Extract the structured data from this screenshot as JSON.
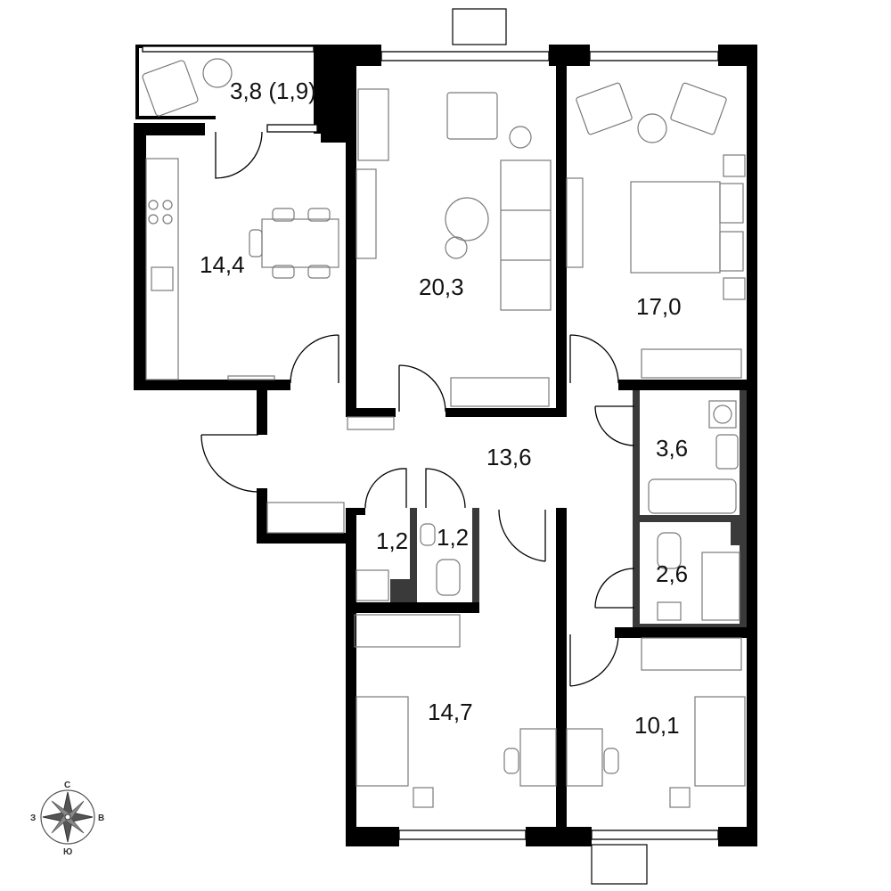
{
  "rooms": [
    {
      "id": "balcony",
      "area": "3,8 (1,9)"
    },
    {
      "id": "kitchen",
      "area": "14,4"
    },
    {
      "id": "living-room",
      "area": "20,3"
    },
    {
      "id": "bedroom-1",
      "area": "17,0"
    },
    {
      "id": "hall",
      "area": "13,6"
    },
    {
      "id": "bathroom",
      "area": "3,6"
    },
    {
      "id": "storage",
      "area": "1,2"
    },
    {
      "id": "toilet",
      "area": "1,2"
    },
    {
      "id": "bathroom-2",
      "area": "2,6"
    },
    {
      "id": "bedroom-2",
      "area": "14,7"
    },
    {
      "id": "bedroom-3",
      "area": "10,1"
    }
  ],
  "compass": {
    "north": "С",
    "south": "Ю",
    "west": "З",
    "east": "В"
  }
}
